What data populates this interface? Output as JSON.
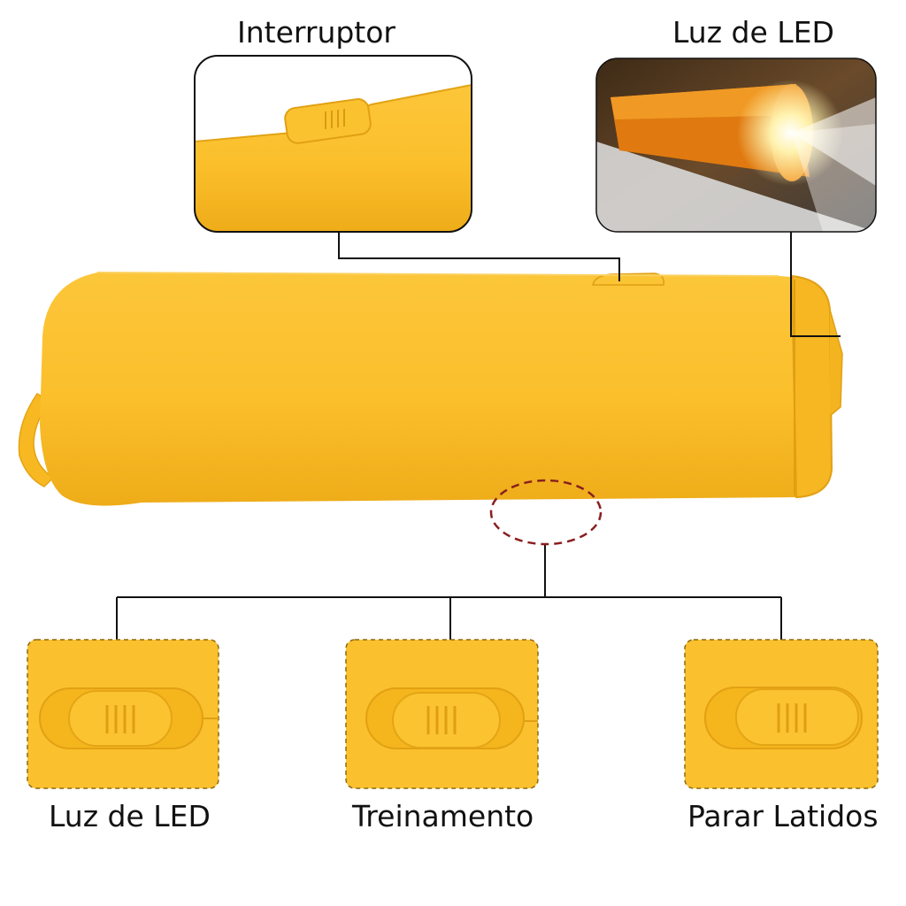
{
  "callouts": {
    "switch_label": "Interruptor",
    "led_label": "Luz de LED"
  },
  "modes": [
    {
      "label": "Luz de LED",
      "position": "left"
    },
    {
      "label": "Treinamento",
      "position": "center"
    },
    {
      "label": "Parar Latidos",
      "position": "right"
    }
  ],
  "colors": {
    "body": "#fbc02d",
    "body_shade": "#f2b21e",
    "outline": "#111111",
    "dashed_circle": "#8a1f1f",
    "led_glow": "#fff6d0"
  }
}
